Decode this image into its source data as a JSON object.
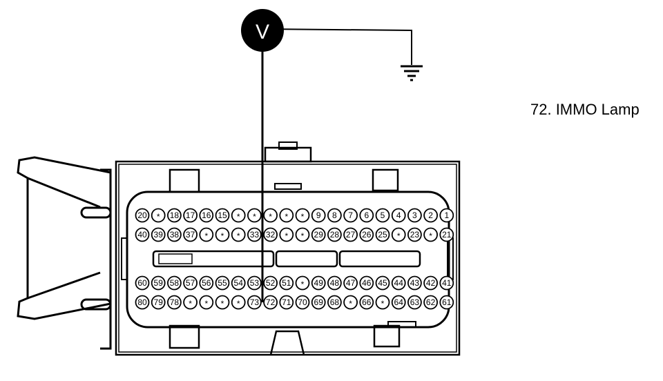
{
  "meter": {
    "symbol": "V"
  },
  "caption": "72. IMMO Lamp",
  "probe_pin": "72",
  "connector": {
    "rows": [
      [
        "20",
        "*",
        "18",
        "17",
        "16",
        "15",
        "*",
        "*",
        "*",
        "*",
        "*",
        "9",
        "8",
        "7",
        "6",
        "5",
        "4",
        "3",
        "2",
        "1"
      ],
      [
        "40",
        "39",
        "38",
        "37",
        "*",
        "*",
        "*",
        "33",
        "32",
        "*",
        "*",
        "29",
        "28",
        "27",
        "26",
        "25",
        "*",
        "23",
        "*",
        "21"
      ],
      [
        "60",
        "59",
        "58",
        "57",
        "56",
        "55",
        "54",
        "53",
        "52",
        "51",
        "*",
        "49",
        "48",
        "47",
        "46",
        "45",
        "44",
        "43",
        "42",
        "41"
      ],
      [
        "80",
        "79",
        "78",
        "*",
        "*",
        "*",
        "*",
        "73",
        "72",
        "71",
        "70",
        "69",
        "68",
        "*",
        "66",
        "*",
        "64",
        "63",
        "62",
        "61"
      ]
    ]
  }
}
